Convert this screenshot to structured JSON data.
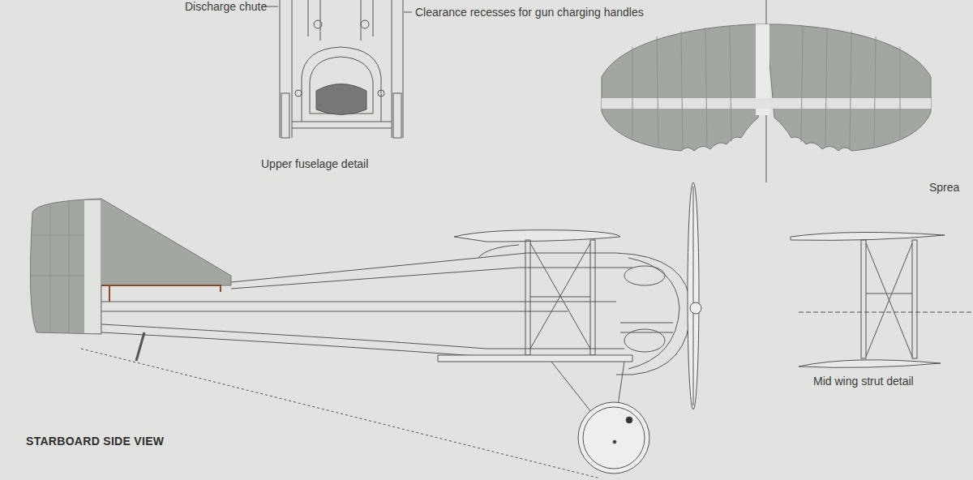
{
  "diagram": {
    "labels": [
      "Discharge chute",
      "Clearance recesses for gun charging handles",
      "Upper fuselage detail",
      "Sprea",
      "Mid wing strut detail",
      "STARBOARD SIDE VIEW"
    ]
  }
}
